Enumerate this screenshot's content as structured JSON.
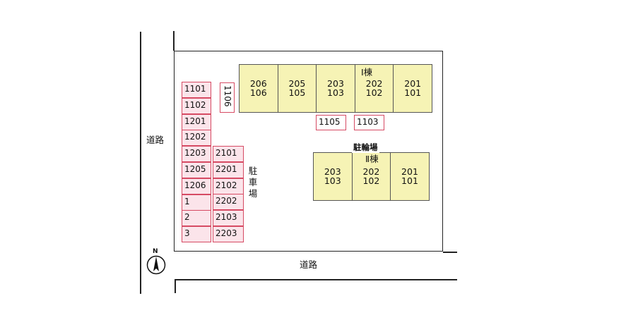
{
  "roads": {
    "left": "道路",
    "bottom": "道路"
  },
  "compass": {
    "letter": "N"
  },
  "parking_label": "駐車場",
  "bicycle_label": "駐輪場",
  "building1": {
    "name": "Ⅰ棟",
    "units": [
      {
        "upper": "206",
        "lower": "106"
      },
      {
        "upper": "205",
        "lower": "105"
      },
      {
        "upper": "203",
        "lower": "103"
      },
      {
        "upper": "202",
        "lower": "102"
      },
      {
        "upper": "201",
        "lower": "101"
      }
    ]
  },
  "building2": {
    "name": "Ⅱ棟",
    "units": [
      {
        "upper": "203",
        "lower": "103"
      },
      {
        "upper": "202",
        "lower": "102"
      },
      {
        "upper": "201",
        "lower": "101"
      }
    ]
  },
  "parking": {
    "column_a": [
      "1101",
      "1102",
      "1201",
      "1202",
      "1203",
      "1205",
      "1206",
      "1",
      "2",
      "3"
    ],
    "column_b": [
      "2101",
      "2201",
      "2102",
      "2202",
      "2103",
      "2203"
    ],
    "vertical_space": "1106",
    "front_spaces": [
      "1105",
      "1103"
    ]
  }
}
